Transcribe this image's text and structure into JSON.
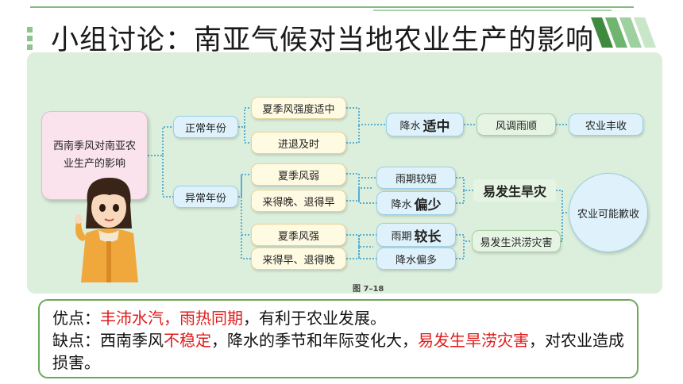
{
  "title": "小组讨论：南亚气候对当地农业生产的影响",
  "diagram": {
    "root": "西南季风对南亚农业生产的影响",
    "normal_year": "正常年份",
    "abnormal_year": "异常年份",
    "normal_causes": [
      "夏季风强度适中",
      "进退及时"
    ],
    "normal_precip_prefix": "降水",
    "normal_precip_bold": "适中",
    "good_weather": "风调雨顺",
    "harvest": "农业丰收",
    "weak_causes": [
      "夏季风弱",
      "来得晚、退得早"
    ],
    "weak_rain_period": "雨期较短",
    "weak_precip_prefix": "降水",
    "weak_precip_bold": "偏少",
    "drought": "易发生旱灾",
    "strong_causes": [
      "夏季风强",
      "来得早、退得晚"
    ],
    "strong_rain_prefix": "雨期",
    "strong_rain_bold": "较长",
    "strong_precip": "降水偏多",
    "flood": "易发生洪涝灾害",
    "crop_failure": "农业可能歉收",
    "figure_caption": "图 7–18"
  },
  "summary": {
    "pros_label": "优点：",
    "pros_red": "丰沛水汽，雨热同期",
    "pros_rest": "，有利于农业发展。",
    "cons_label": "缺点：西南季风",
    "cons_red1": "不稳定",
    "cons_mid": "，降水的季节和年际变化大，",
    "cons_red2": "易发生旱涝灾害",
    "cons_rest": "，对农业造成损害。"
  },
  "colors": {
    "accent_green": "#6ea85c",
    "panel_bg": "#dcefdc",
    "highlight_red": "#e01b1b",
    "connector_blue": "#5aaed0"
  }
}
